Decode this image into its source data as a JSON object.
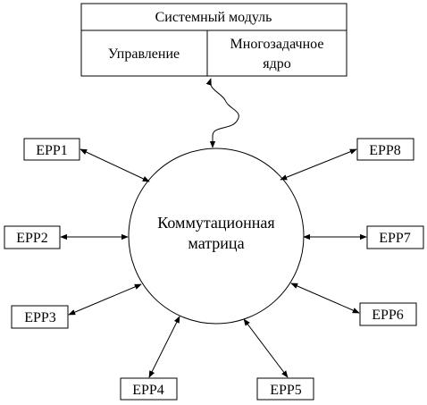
{
  "system_module": {
    "title": "Системный модуль",
    "left_cell": "Управление",
    "right_cell_line1": "Многозадачное",
    "right_cell_line2": "ядро"
  },
  "matrix": {
    "line1": "Коммутационная",
    "line2": "матрица"
  },
  "ports": [
    {
      "label": "EPP1"
    },
    {
      "label": "EPP2"
    },
    {
      "label": "EPP3"
    },
    {
      "label": "EPP4"
    },
    {
      "label": "EPP5"
    },
    {
      "label": "EPP6"
    },
    {
      "label": "EPP7"
    },
    {
      "label": "EPP8"
    }
  ],
  "colors": {
    "stroke": "#000000",
    "background": "#ffffff"
  }
}
